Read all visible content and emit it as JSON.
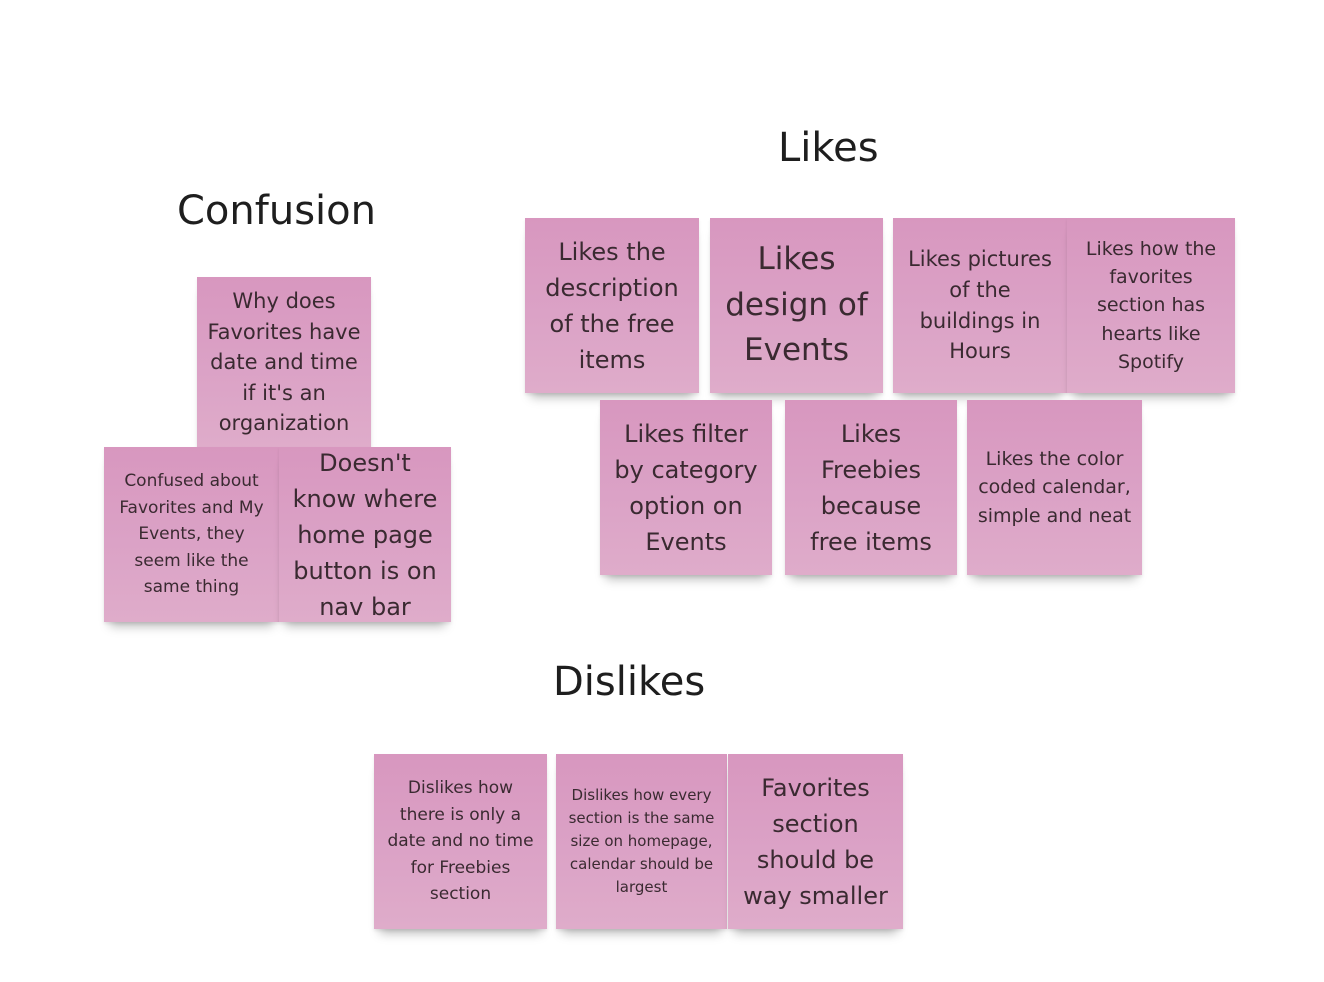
{
  "headings": {
    "likes": "Likes",
    "confusion": "Confusion",
    "dislikes": "Dislikes"
  },
  "colors": {
    "sticky_note": "#d99cc2",
    "heading_text": "#1e1e1e",
    "note_text": "#3a2a31",
    "background": "#ffffff"
  },
  "confusion": [
    {
      "text": "Why does Favorites have date and time if it's an organization"
    },
    {
      "text": "Confused about Favorites and My Events, they seem like the same thing"
    },
    {
      "text": "Doesn't know where home page button is on nav bar"
    }
  ],
  "likes": [
    {
      "text": "Likes the description of the free items"
    },
    {
      "text": "Likes design of Events"
    },
    {
      "text": "Likes pictures of the buildings in Hours"
    },
    {
      "text": "Likes how the favorites section has hearts like Spotify"
    },
    {
      "text": "Likes filter by category option on Events"
    },
    {
      "text": "Likes Freebies because free items"
    },
    {
      "text": "Likes the color coded calendar, simple and neat"
    }
  ],
  "dislikes": [
    {
      "text": "Dislikes how there is only a date and no time for Freebies section"
    },
    {
      "text": "Dislikes how every section is the same size on homepage, calendar should be largest"
    },
    {
      "text": "Favorites section should be way smaller"
    }
  ]
}
